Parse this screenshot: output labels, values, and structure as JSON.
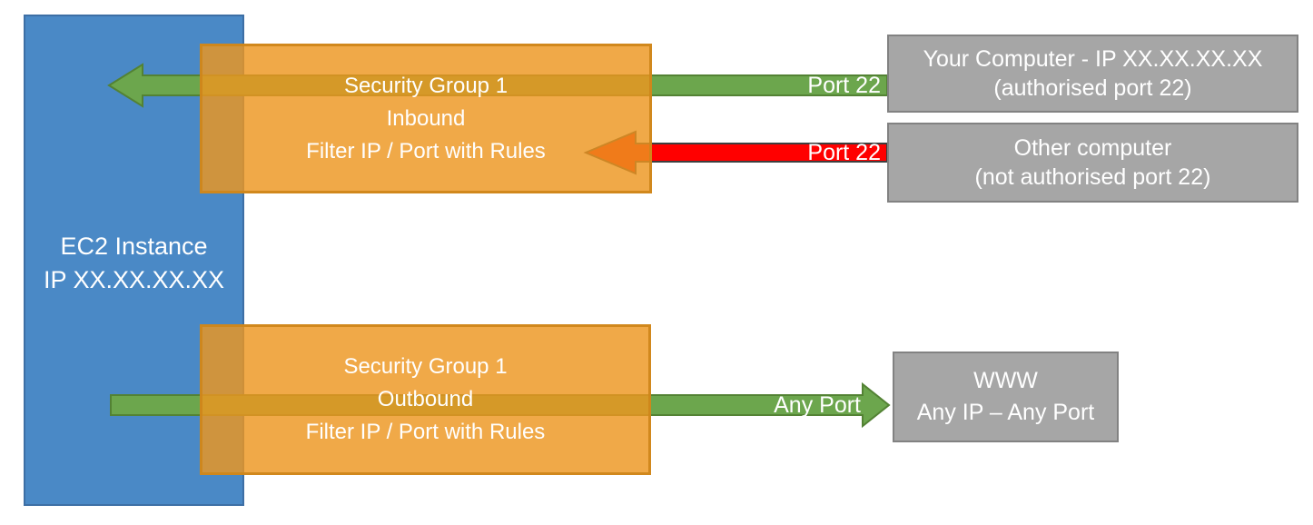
{
  "colors": {
    "blue_fill": "#4A89C6",
    "blue_border": "#3D6FA5",
    "orange_fill": "#ED9620",
    "orange_opacity": "0.82",
    "orange_border": "#CE851A",
    "green_fill": "#6CA64D",
    "green_border": "#538234",
    "red_fill": "#FF0000",
    "red_border": "#3E3E3E",
    "gray_fill": "#A6A6A6",
    "gray_border": "#828282",
    "label_text": "#FFFFFF"
  },
  "nodes": {
    "ec2_instance": {
      "line1": "EC2 Instance",
      "line2": "IP XX.XX.XX.XX"
    },
    "security_group_inbound": {
      "line1": "Security Group 1",
      "line2": "Inbound",
      "line3": "Filter IP / Port with Rules"
    },
    "security_group_outbound": {
      "line1": "Security Group 1",
      "line2": "Outbound",
      "line3": "Filter IP / Port with Rules"
    },
    "your_computer": {
      "line1": "Your Computer - IP XX.XX.XX.XX",
      "line2": "(authorised port 22)"
    },
    "other_computer": {
      "line1": "Other computer",
      "line2": "(not authorised port 22)"
    },
    "www": {
      "line1": "WWW",
      "line2": "Any IP – Any Port"
    }
  },
  "arrows": {
    "inbound_allowed": {
      "label": "Port 22",
      "direction": "left",
      "status": "allowed"
    },
    "inbound_blocked": {
      "label": "Port 22",
      "direction": "left",
      "status": "blocked"
    },
    "outbound": {
      "label": "Any Port",
      "direction": "right",
      "status": "allowed"
    }
  }
}
